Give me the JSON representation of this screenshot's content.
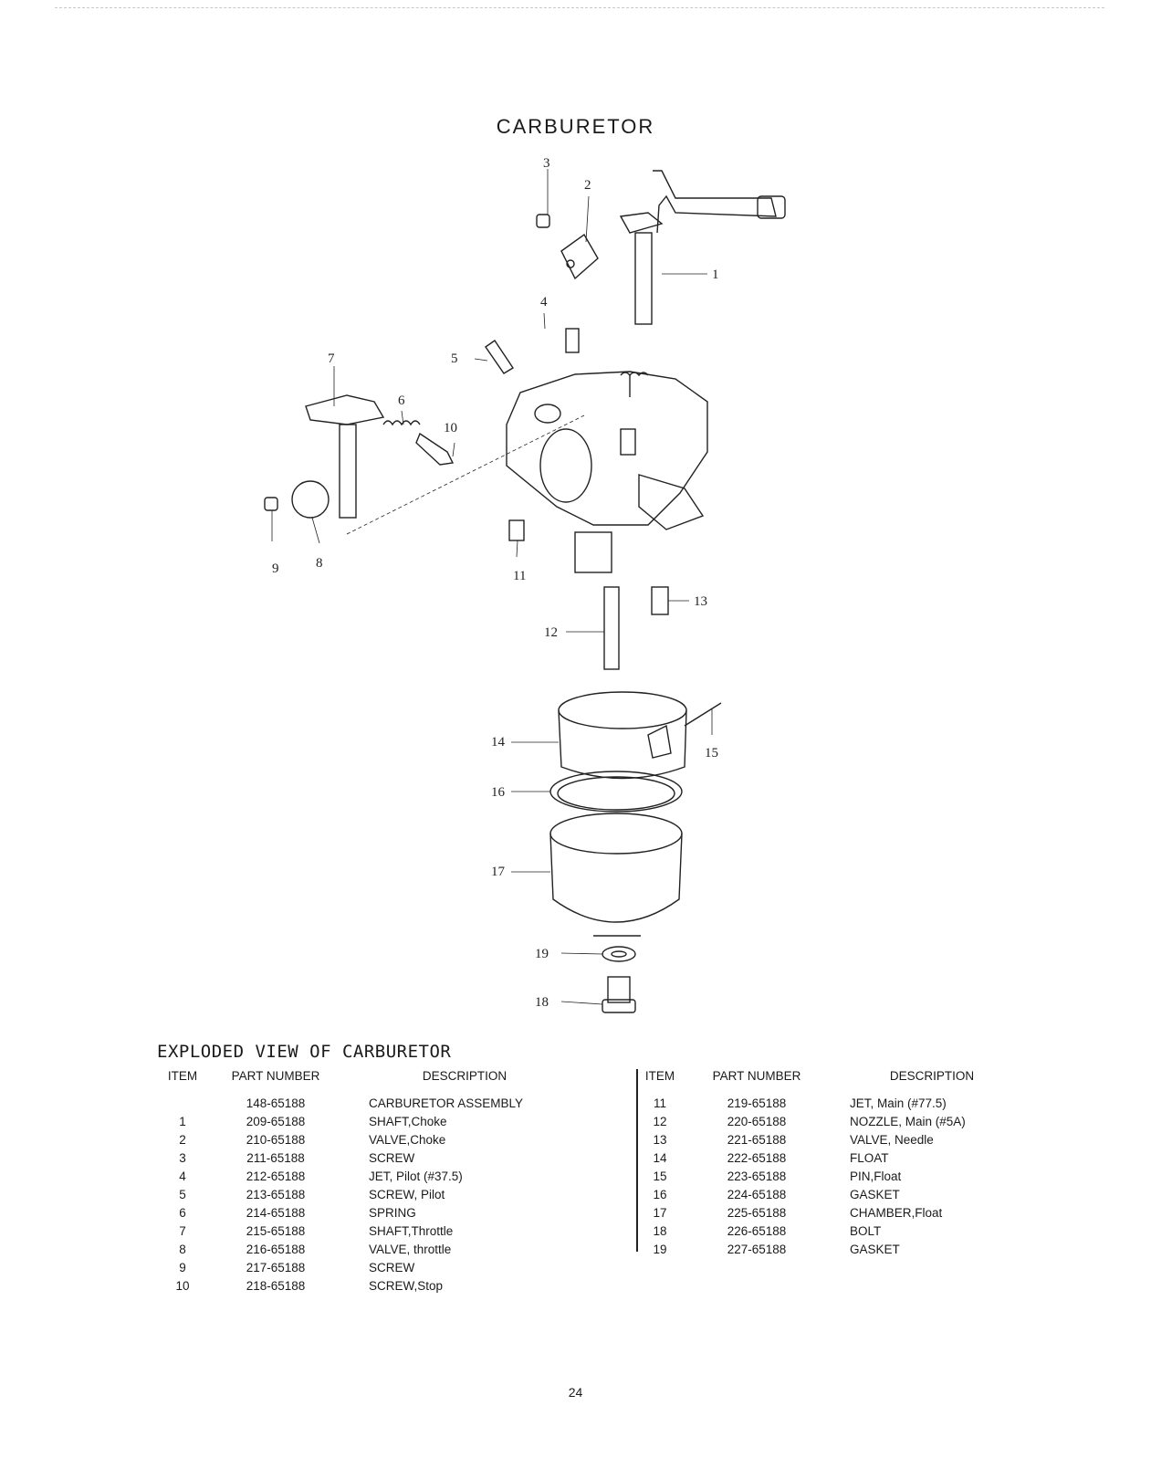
{
  "title": "CARBURETOR",
  "subtitle": "EXPLODED VIEW OF CARBURETOR",
  "table_headers": {
    "item": "ITEM",
    "part": "PART NUMBER",
    "desc": "DESCRIPTION"
  },
  "table_headers_right": {
    "item": "ITEM",
    "part": "PART NUMBER",
    "desc": "DESCRIPTION"
  },
  "parts_left": [
    {
      "item": "",
      "part": "148-65188",
      "desc": "CARBURETOR ASSEMBLY"
    },
    {
      "item": "1",
      "part": "209-65188",
      "desc": "SHAFT,Choke"
    },
    {
      "item": "2",
      "part": "210-65188",
      "desc": "VALVE,Choke"
    },
    {
      "item": "3",
      "part": "211-65188",
      "desc": "SCREW"
    },
    {
      "item": "4",
      "part": "212-65188",
      "desc": "JET, Pilot (#37.5)"
    },
    {
      "item": "5",
      "part": "213-65188",
      "desc": "SCREW, Pilot"
    },
    {
      "item": "6",
      "part": "214-65188",
      "desc": "SPRING"
    },
    {
      "item": "7",
      "part": "215-65188",
      "desc": "SHAFT,Throttle"
    },
    {
      "item": "8",
      "part": "216-65188",
      "desc": "VALVE, throttle"
    },
    {
      "item": "9",
      "part": "217-65188",
      "desc": "SCREW"
    },
    {
      "item": "10",
      "part": "218-65188",
      "desc": "SCREW,Stop"
    }
  ],
  "parts_right": [
    {
      "item": "11",
      "part": "219-65188",
      "desc": "JET, Main (#77.5)"
    },
    {
      "item": "12",
      "part": "220-65188",
      "desc": "NOZZLE, Main (#5A)"
    },
    {
      "item": "13",
      "part": "221-65188",
      "desc": "VALVE, Needle"
    },
    {
      "item": "14",
      "part": "222-65188",
      "desc": "FLOAT"
    },
    {
      "item": "15",
      "part": "223-65188",
      "desc": "PIN,Float"
    },
    {
      "item": "16",
      "part": "224-65188",
      "desc": "GASKET"
    },
    {
      "item": "17",
      "part": "225-65188",
      "desc": "CHAMBER,Float"
    },
    {
      "item": "18",
      "part": "226-65188",
      "desc": "BOLT"
    },
    {
      "item": "19",
      "part": "227-65188",
      "desc": "GASKET"
    }
  ],
  "callouts": [
    "1",
    "2",
    "3",
    "4",
    "5",
    "6",
    "7",
    "8",
    "9",
    "10",
    "11",
    "12",
    "13",
    "14",
    "15",
    "16",
    "17",
    "18",
    "19"
  ],
  "page_number": "24"
}
